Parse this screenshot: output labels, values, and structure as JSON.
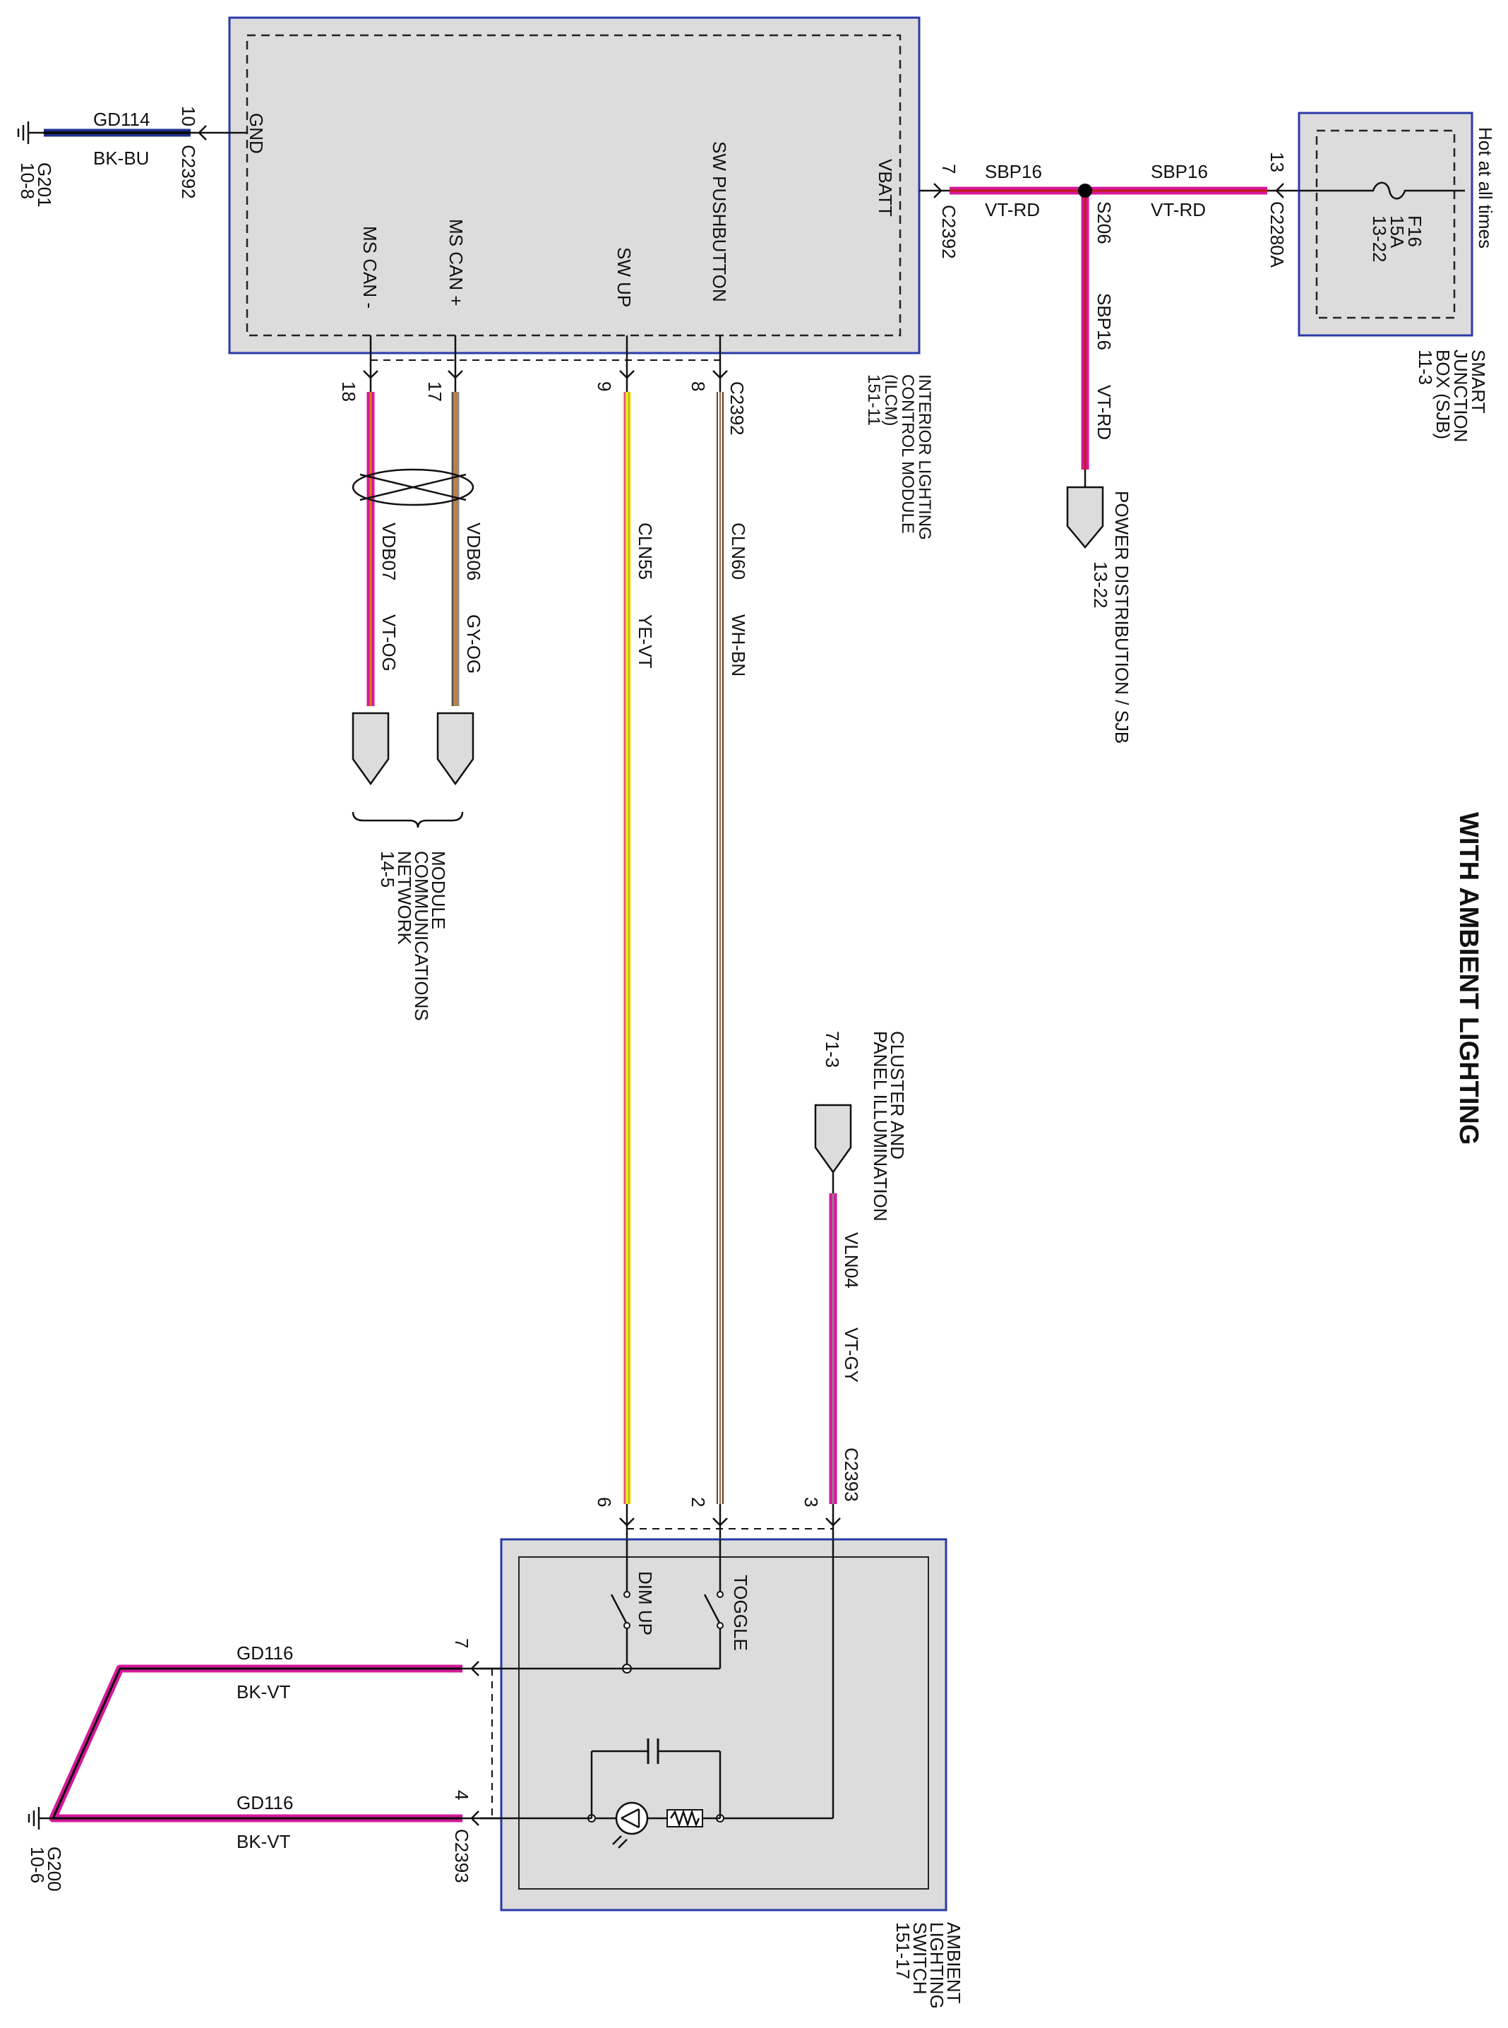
{
  "title": "WITH AMBIENT LIGHTING",
  "colors": {
    "violet": "#d6189a",
    "black": "#0b0b0b",
    "blue": "#1d2f8c",
    "red": "#c21a1a",
    "white": "#ffffff",
    "yellow": "#f1df2a",
    "brown": "#6d3a1e",
    "gray": "#8a8a8a",
    "orange": "#e07a12",
    "module_border": "#2b3aa8",
    "module_fill": "#dcdcdc"
  },
  "ilcm": {
    "name_lines": [
      "INTERIOR LIGHTING",
      "CONTROL MODULE",
      "(ILCM)",
      "151-11"
    ],
    "pins": {
      "gnd": "GND",
      "vbatt": "VBATT",
      "sw_pushbutton": "SW PUSHBUTTON",
      "sw_up": "SW UP",
      "ms_can_plus": "MS CAN +",
      "ms_can_minus": "MS CAN -"
    },
    "connector": "C2392",
    "connector_gnd": "C2392",
    "connector_vbatt": "C2392"
  },
  "sjb": {
    "name_lines": [
      "SMART",
      "JUNCTION",
      "BOX (SJB)",
      "11-3"
    ],
    "fuse_lines": [
      "F16",
      "15A",
      "13-22"
    ],
    "hot_label": "Hot at all times",
    "connector": "C2280A",
    "pin": "13"
  },
  "ground_top": {
    "circuit": "GD114",
    "color": "BK-BU",
    "ground": "G201",
    "ref": "10-8",
    "pin": "10",
    "connector": "C2392"
  },
  "splice": {
    "name": "S206"
  },
  "power_feed": {
    "left_circuit": "SBP16",
    "left_color": "VT-RD",
    "left_pin": "7",
    "left_connector": "C2392",
    "right_circuit": "SBP16",
    "right_color": "VT-RD",
    "down_circuit": "SBP16",
    "down_color": "VT-RD"
  },
  "power_dist": {
    "lines": [
      "POWER DISTRIBUTION / SJB",
      "13-22"
    ]
  },
  "wires": {
    "ms_can_minus": {
      "pin": "18",
      "circuit": "VDB07",
      "color": "VT-OG"
    },
    "ms_can_plus": {
      "pin": "17",
      "circuit": "VDB06",
      "color": "GY-OG"
    },
    "sw_up": {
      "pin": "9",
      "circuit": "CLN55",
      "color": "YE-VT",
      "switch_pin": "6"
    },
    "sw_pushbutton": {
      "pin": "8",
      "circuit": "CLN60",
      "color": "WH-BN",
      "switch_pin": "2"
    },
    "illumination": {
      "circuit": "VLN04",
      "color": "VT-GY",
      "switch_pin": "3",
      "connector": "C2393"
    }
  },
  "mcn": {
    "lines": [
      "MODULE",
      "COMMUNICATIONS",
      "NETWORK",
      "14-5"
    ]
  },
  "cluster": {
    "lines": [
      "CLUSTER AND",
      "PANEL ILLUMINATION",
      "71-3"
    ]
  },
  "switch": {
    "name_lines": [
      "AMBIENT",
      "LIGHTING",
      "SWITCH",
      "151-17"
    ],
    "toggle": "TOGGLE",
    "dim_up": "DIM UP",
    "connector": "C2393"
  },
  "ground_bottom": {
    "upper_circuit": "GD116",
    "upper_color": "BK-VT",
    "upper_pin": "7",
    "lower_circuit": "GD116",
    "lower_color": "BK-VT",
    "lower_pin": "4",
    "ground": "G200",
    "ref": "10-6"
  }
}
